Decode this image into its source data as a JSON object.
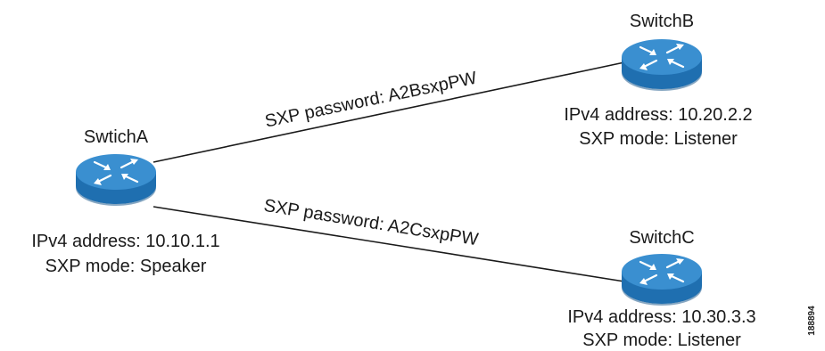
{
  "colors": {
    "router_body": "#1f6fb0",
    "router_top": "#3a8fd0",
    "router_dark": "#0f4f86",
    "arrow": "#ffffff",
    "line": "#1a1a1a",
    "text": "#1a1a1a"
  },
  "nodes": {
    "switch_a": {
      "name": "SwtichA",
      "ip": "IPv4 address: 10.10.1.1",
      "mode": "SXP mode: Speaker",
      "icon": "router-icon"
    },
    "switch_b": {
      "name": "SwitchB",
      "ip": "IPv4 address: 10.20.2.2",
      "mode": "SXP mode: Listener",
      "icon": "router-icon"
    },
    "switch_c": {
      "name": "SwitchC",
      "ip": "IPv4 address: 10.30.3.3",
      "mode": "SXP mode: Listener",
      "icon": "router-icon"
    }
  },
  "links": {
    "a_to_b": {
      "label": "SXP password: A2BsxpPW"
    },
    "a_to_c": {
      "label": "SXP password: A2CsxpPW"
    }
  },
  "figure_id": "188894"
}
